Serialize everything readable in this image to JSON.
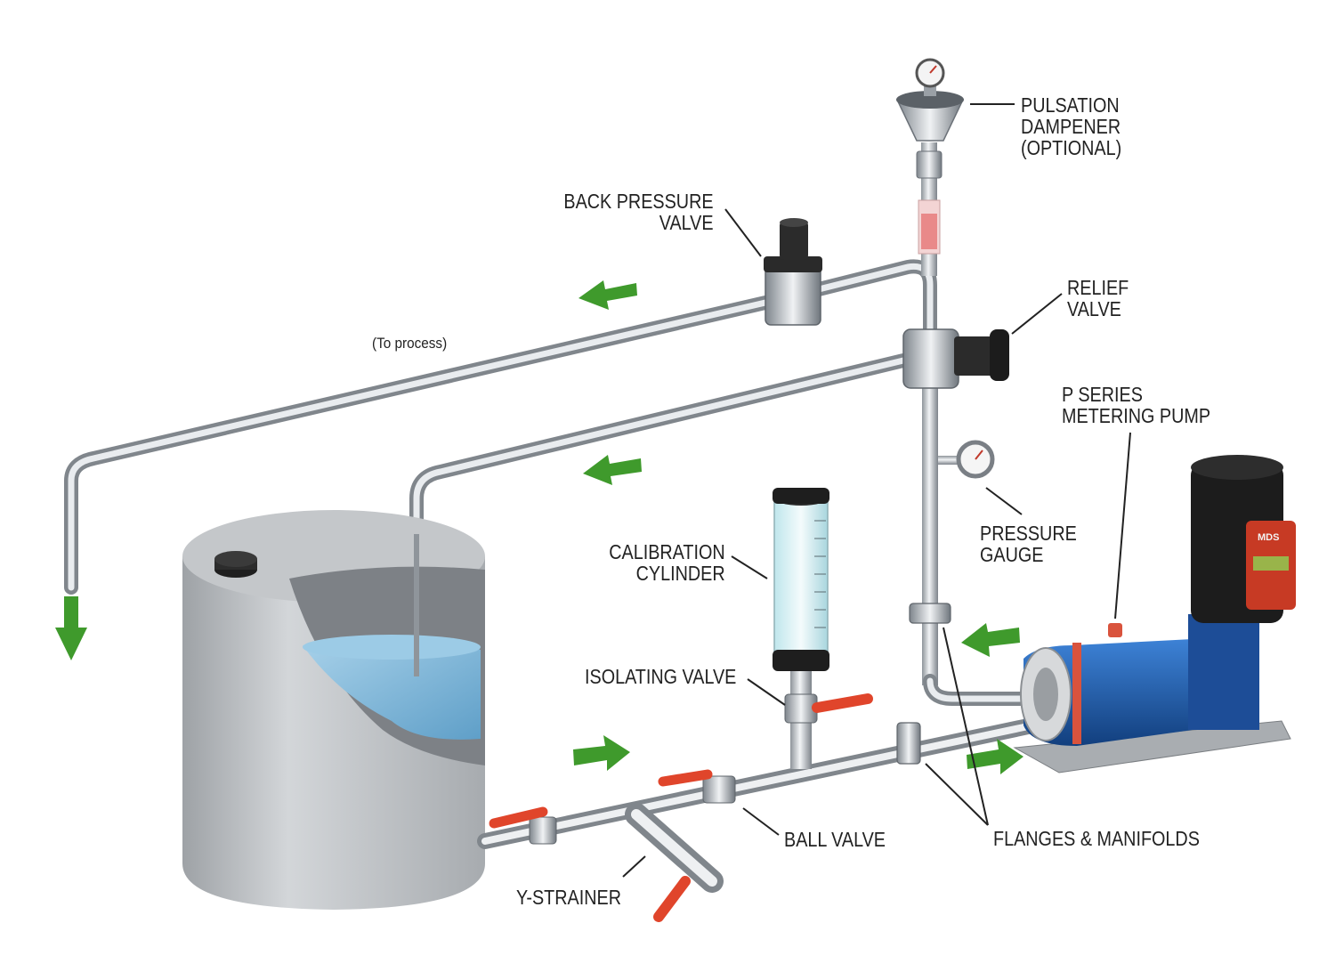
{
  "labels": {
    "pulsation_dampener": [
      "PULSATION",
      "DAMPENER",
      "(OPTIONAL)"
    ],
    "back_pressure_valve": [
      "BACK PRESSURE",
      "VALVE"
    ],
    "relief_valve": [
      "RELIEF",
      "VALVE"
    ],
    "to_process": "(To process)",
    "p_series_pump": [
      "P SERIES",
      "METERING PUMP"
    ],
    "pressure_gauge": [
      "PRESSURE",
      "GAUGE"
    ],
    "calibration_cylinder": [
      "CALIBRATION",
      "CYLINDER"
    ],
    "isolating_valve": "ISOLATING VALVE",
    "ball_valve": "BALL VALVE",
    "flanges_manifolds": "FLANGES & MANIFOLDS",
    "y_strainer": "Y-STRAINER",
    "pump_brand": "MDS"
  },
  "colors": {
    "pipe": "#c9cdd2",
    "tank": "#b9bcbf",
    "water": "#7fb7d9",
    "arrow": "#3f9a2c",
    "handle": "#e0452b",
    "pump_blue": "#1d5fb0",
    "motor": "#1c1c1c"
  }
}
